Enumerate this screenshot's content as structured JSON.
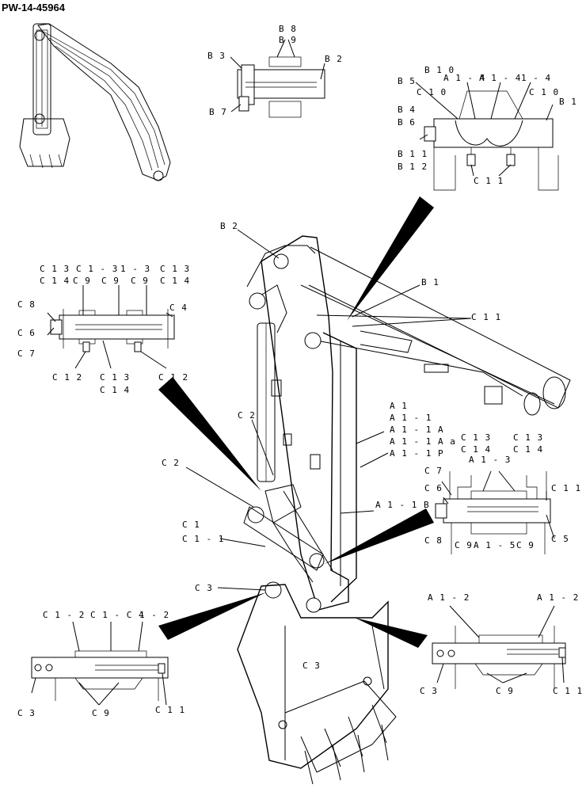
{
  "document_id": "PW-14-45964",
  "labels": {
    "detail_b2": {
      "b8": "B 8",
      "b9": "B 9",
      "b3": "B 3",
      "b2": "B 2",
      "b7": "B 7"
    },
    "detail_b1": {
      "b10": "B 1 0",
      "a1_4a": "A 1 - 4",
      "a1_4b": "A 1 - 4",
      "a1_4c": "1 - 4",
      "b5": "B 5",
      "c10a": "C 1 0",
      "c10b": "C 1 0",
      "b1": "B 1",
      "b4": "B 4",
      "b6": "B 6",
      "b11": "B 1 1",
      "b12": "B 1 2",
      "c11": "C 1 1"
    },
    "detail_c4": {
      "c13a": "C 1 3",
      "c1_3a": "C 1 - 3",
      "c1_3b": "1 - 3",
      "c13b": "C 1 3",
      "c14a": "C 1 4",
      "c9a": "C 9",
      "c9b": "C 9",
      "c9c": "C 9",
      "c14b": "C 1 4",
      "c8": "C 8",
      "c4": "C 4",
      "c6": "C 6",
      "c7": "C 7",
      "c12a": "C 1 2",
      "c13c": "C 1 3",
      "c12b": "C 1 2",
      "c14c": "C 1 4"
    },
    "main": {
      "b2": "B 2",
      "b1": "B 1",
      "c11": "C 1 1",
      "c2a": "C 2",
      "c2b": "C 2",
      "a1": "A 1",
      "a1_1": "A 1 - 1",
      "a1_1a": "A 1 - 1 A",
      "a1_1aa": "A 1 - 1 A a",
      "a1_1p": "A 1 - 1 P",
      "a1_1b": "A 1 - 1 B",
      "c1": "C 1",
      "c1_1": "C 1 - 1",
      "c3a": "C 3",
      "c3b": "C 3"
    },
    "detail_c5": {
      "c13a": "C 1 3",
      "c13b": "C 1 3",
      "c14a": "C 1 4",
      "c14b": "C 1 4",
      "a1_3": "A 1 - 3",
      "c7": "C 7",
      "c6": "C 6",
      "c11": "C 1 1",
      "c8": "C 8",
      "c9a": "C 9",
      "a1_5": "A 1 - 5",
      "c9b": "C 9",
      "c5": "C 5"
    },
    "detail_c1": {
      "c1_2a": "C 1 - 2",
      "c1_c4": "C 1 - C 4",
      "c1_2b": "1 - 2",
      "c3": "C 3",
      "c9": "C 9",
      "c11": "C 1 1"
    },
    "detail_a12": {
      "a1_2a": "A 1 - 2",
      "a1_2b": "A 1 - 2",
      "c3": "C 3",
      "c9": "C 9",
      "c11": "C 1 1"
    }
  }
}
